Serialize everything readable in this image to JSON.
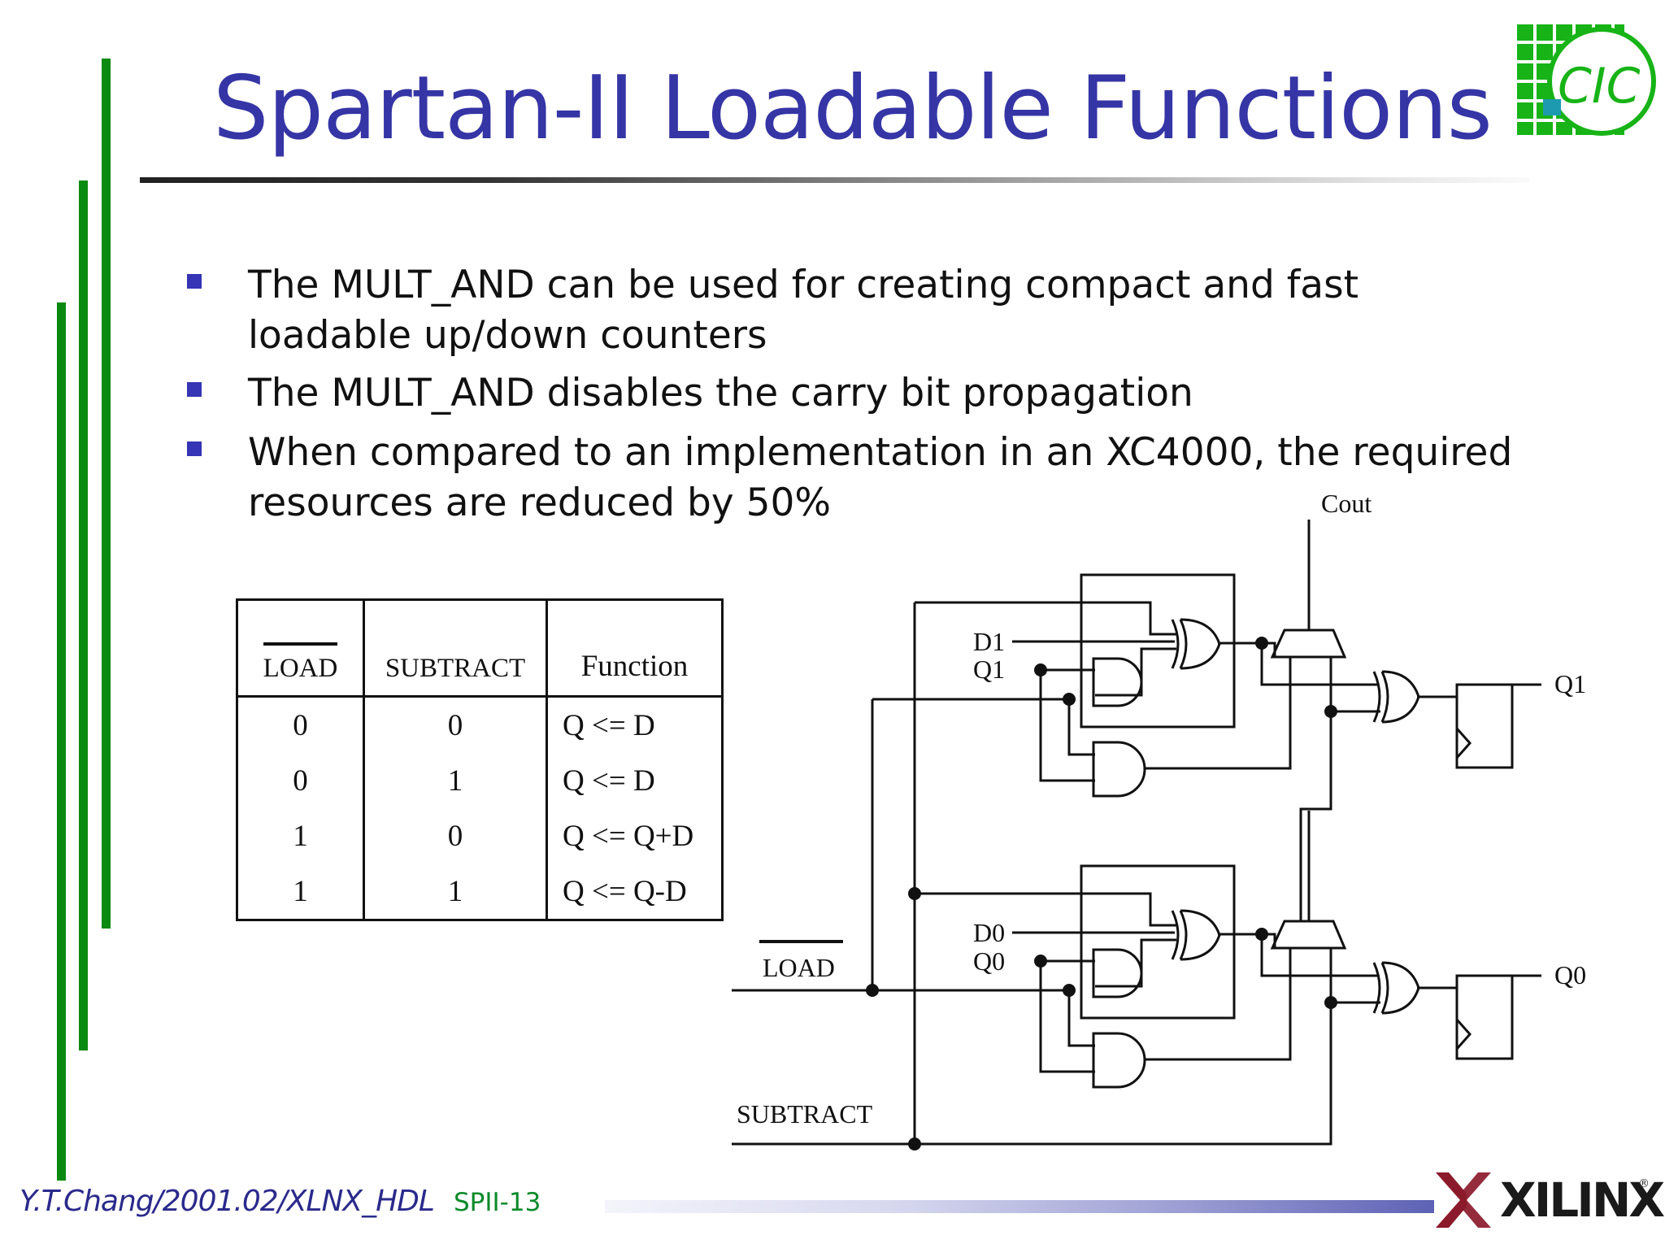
{
  "slide": {
    "title": "Spartan-II Loadable Functions",
    "colors": {
      "title": "#3535a6",
      "bullet": "#3535b5",
      "accent_green": "#0a8a10",
      "footer_author": "#2a2a8c",
      "footer_page": "#0a8a2a",
      "xilinx_red": "#8b1a2b"
    },
    "bullets": [
      {
        "text": "The MULT_AND can be used for creating compact and fast loadable up/down counters"
      },
      {
        "text": "The MULT_AND disables the carry bit propagation"
      },
      {
        "text": "When compared to an implementation in an XC4000, the required resources are reduced by 50%"
      }
    ],
    "logo": {
      "text": "CIC",
      "icon": "cic-logo-icon"
    }
  },
  "truth_table": {
    "headers": [
      "LOAD",
      "SUBTRACT",
      "Function"
    ],
    "rows": [
      [
        "0",
        "0",
        "Q <= D"
      ],
      [
        "0",
        "1",
        "Q <= D"
      ],
      [
        "1",
        "0",
        "Q <= Q+D"
      ],
      [
        "1",
        "1",
        "Q <= Q-D"
      ]
    ]
  },
  "circuit": {
    "labels": {
      "cout": "Cout",
      "d1": "D1",
      "q1_in": "Q1",
      "q1_out": "Q1",
      "d0": "D0",
      "q0_in": "Q0",
      "q0_out": "Q0",
      "load": "LOAD",
      "subtract": "SUBTRACT"
    }
  },
  "footer": {
    "author": "Y.T.Chang/2001.02/XLNX_HDL",
    "page": "SPII-13",
    "brand": "XILINX",
    "registered": "®"
  }
}
